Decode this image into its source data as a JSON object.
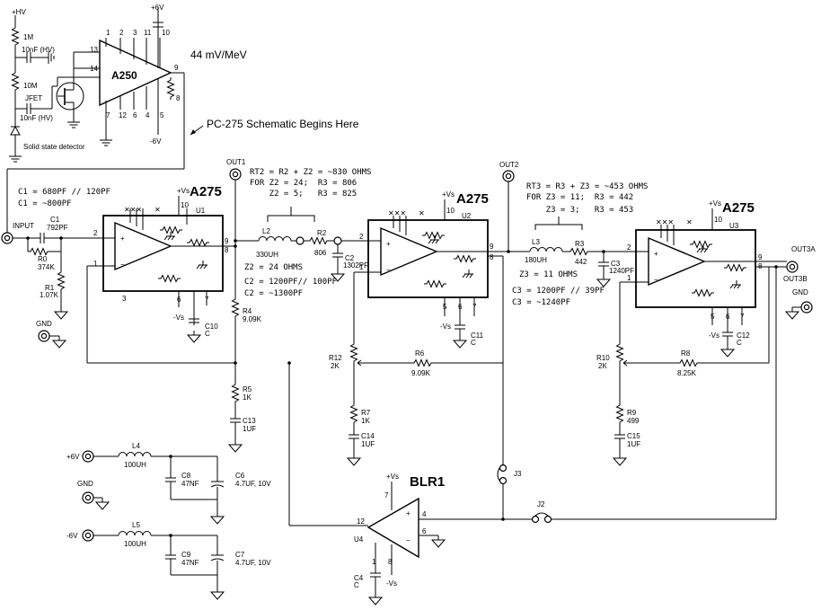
{
  "top_section": {
    "hv": "+HV",
    "r_1m": "1M",
    "cap_10nf_hv_1": "10nF (HV)",
    "r_10m": "10M",
    "jfet": "JFET",
    "cap_10nf_hv_2": "10nF (HV)",
    "detector": "Solid state detector",
    "a250": "A250",
    "gain": "44 mV/MeV",
    "plus6v": "+6V",
    "minus6v": "-6V",
    "pins_top": [
      "1",
      "2",
      "3",
      "11",
      "10"
    ],
    "pins_bottom": [
      "7",
      "12",
      "6",
      "4",
      "5"
    ],
    "pin_13": "13",
    "pin_14": "14",
    "pin_9": "9",
    "pin_8": "8",
    "begin_note": "PC-275 Schematic Begins Here"
  },
  "input": {
    "label": "INPUT",
    "c1": "C1",
    "c1_val": "792PF",
    "r0": "R0",
    "r0_val": "374K",
    "r1": "R1",
    "r1_val": "1.07K",
    "c1_note_1": "C1 = 680PF // 120PF",
    "c1_note_2": "C1 = ~800PF",
    "gnd": "GND"
  },
  "stage1": {
    "part": "A275",
    "ref": "U1",
    "vs_plus": "+Vs",
    "vs_minus": "-Vs",
    "out": "OUT1",
    "c10": "C10",
    "c10_val": "C",
    "r4": "R4",
    "r4_val": "9.09K",
    "r5": "R5",
    "r5_val": "1K",
    "c13": "C13",
    "c13_val": "1UF",
    "pin_2": "2",
    "pin_1": "1",
    "pin_9": "9",
    "pin_8": "8",
    "pin_10": "10",
    "pin_6": "6",
    "pin_7": "7",
    "pin_3": "3"
  },
  "filter1": {
    "rt2_line1": "RT2 = R2 + Z2 = ~830 OHMS",
    "rt2_line2": "FOR Z2 = 24;  R3 = 806",
    "rt2_line3": "    Z2 = 5;   R3 = 825",
    "l2": "L2",
    "l2_val": "330UH",
    "r2": "R2",
    "r2_val": "806",
    "c2": "C2",
    "c2_val": "1302PF",
    "z2": "Z2 = 24 OHMS",
    "c2_note_1": "C2 = 1200PF// 100PF",
    "c2_note_2": "C2 = ~1300PF"
  },
  "stage2": {
    "part": "A275",
    "ref": "U2",
    "vs_plus": "+Vs",
    "vs_minus": "-Vs",
    "out": "OUT2",
    "c11": "C11",
    "c11_val": "C",
    "r12": "R12",
    "r12_val": "2K",
    "r6": "R6",
    "r6_val": "9.09K",
    "r7": "R7",
    "r7_val": "1K",
    "c14": "C14",
    "c14_val": "1UF",
    "pin_2": "2",
    "pin_1": "1",
    "pin_9": "9",
    "pin_8": "8",
    "pin_10": "10",
    "pin_6": "6",
    "pin_7": "7",
    "pin_5": "5"
  },
  "filter2": {
    "rt3_line1": "RT3 = R3 + Z3 = ~453 OHMS",
    "rt3_line2": "FOR Z3 = 11;  R3 = 442",
    "rt3_line3": "    Z3 = 3;   R3 = 453",
    "l3": "L3",
    "l3_val": "180UH",
    "r3": "R3",
    "r3_val": "442",
    "c3": "C3",
    "c3_val": "1240PF",
    "z3": "Z3 = 11 OHMS",
    "c3_note_1": "C3 = 1200PF // 39PF",
    "c3_note_2": "C3 = ~1240PF"
  },
  "stage3": {
    "part": "A275",
    "ref": "U3",
    "vs_plus": "+Vs",
    "vs_minus": "-Vs",
    "out3a": "OUT3A",
    "out3b": "OUT3B",
    "gnd": "GND",
    "c12": "C12",
    "c12_val": "C",
    "r10": "R10",
    "r10_val": "2K",
    "r8": "R8",
    "r8_val": "8.25K",
    "r9": "R9",
    "r9_val": "499",
    "c15": "C15",
    "c15_val": "1UF",
    "pin_2": "2",
    "pin_1": "1",
    "pin_9": "9",
    "pin_8": "8",
    "pin_10": "10",
    "pin_6": "6",
    "pin_7": "7",
    "pin_5": "5"
  },
  "power": {
    "plus6v": "+6V",
    "minus6v": "-6V",
    "gnd": "GND",
    "l4": "L4",
    "l4_val": "100UH",
    "l5": "L5",
    "l5_val": "100UH",
    "c8": "C8",
    "c8_val": "47NF",
    "c6": "C6",
    "c6_val": "4.7UF, 10V",
    "c9": "C9",
    "c9_val": "47NF",
    "c7": "C7",
    "c7_val": "4.7UF, 10V"
  },
  "blr": {
    "part": "BLR1",
    "ref": "U4",
    "vs_plus": "+Vs",
    "vs_minus": "-Vs",
    "pin_12": "12",
    "pin_4": "4",
    "pin_6": "6",
    "pin_7": "7",
    "pin_1": "1",
    "pin_8": "8",
    "c4": "C4",
    "c4_val": "C",
    "j3": "J3",
    "j2": "J2"
  }
}
